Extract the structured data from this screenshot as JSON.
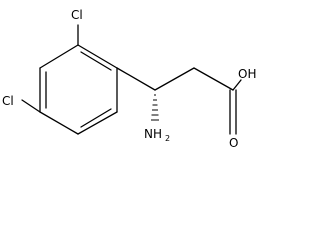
{
  "molecule": {
    "atoms": {
      "cl_top": "Cl",
      "cl_left": "Cl",
      "hydroxyl": "OH",
      "carbonyl_o": "O",
      "amine_n": "NH",
      "amine_sub": "2"
    }
  }
}
